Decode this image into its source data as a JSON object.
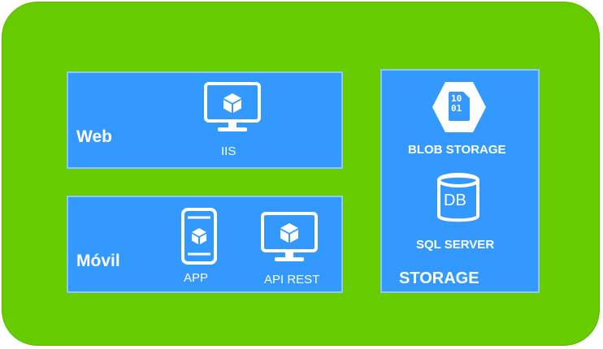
{
  "panels": {
    "web": {
      "title": "Web",
      "items": [
        {
          "label": "IIS",
          "icon": "monitor-cube-icon"
        }
      ]
    },
    "movil": {
      "title": "Móvil",
      "items": [
        {
          "label": "APP",
          "icon": "phone-cube-icon"
        },
        {
          "label": "API REST",
          "icon": "monitor-cube-icon"
        }
      ]
    },
    "storage": {
      "title": "STORAGE",
      "items": [
        {
          "label": "BLOB STORAGE",
          "icon": "blob-binary-icon",
          "glyph": "10\n01"
        },
        {
          "label": "SQL SERVER",
          "icon": "database-icon",
          "glyph": "DB"
        }
      ]
    }
  },
  "colors": {
    "background": "#66cc00",
    "panel": "#3399ff",
    "panel_border": "#8cc8ff",
    "text": "#ffffff"
  }
}
